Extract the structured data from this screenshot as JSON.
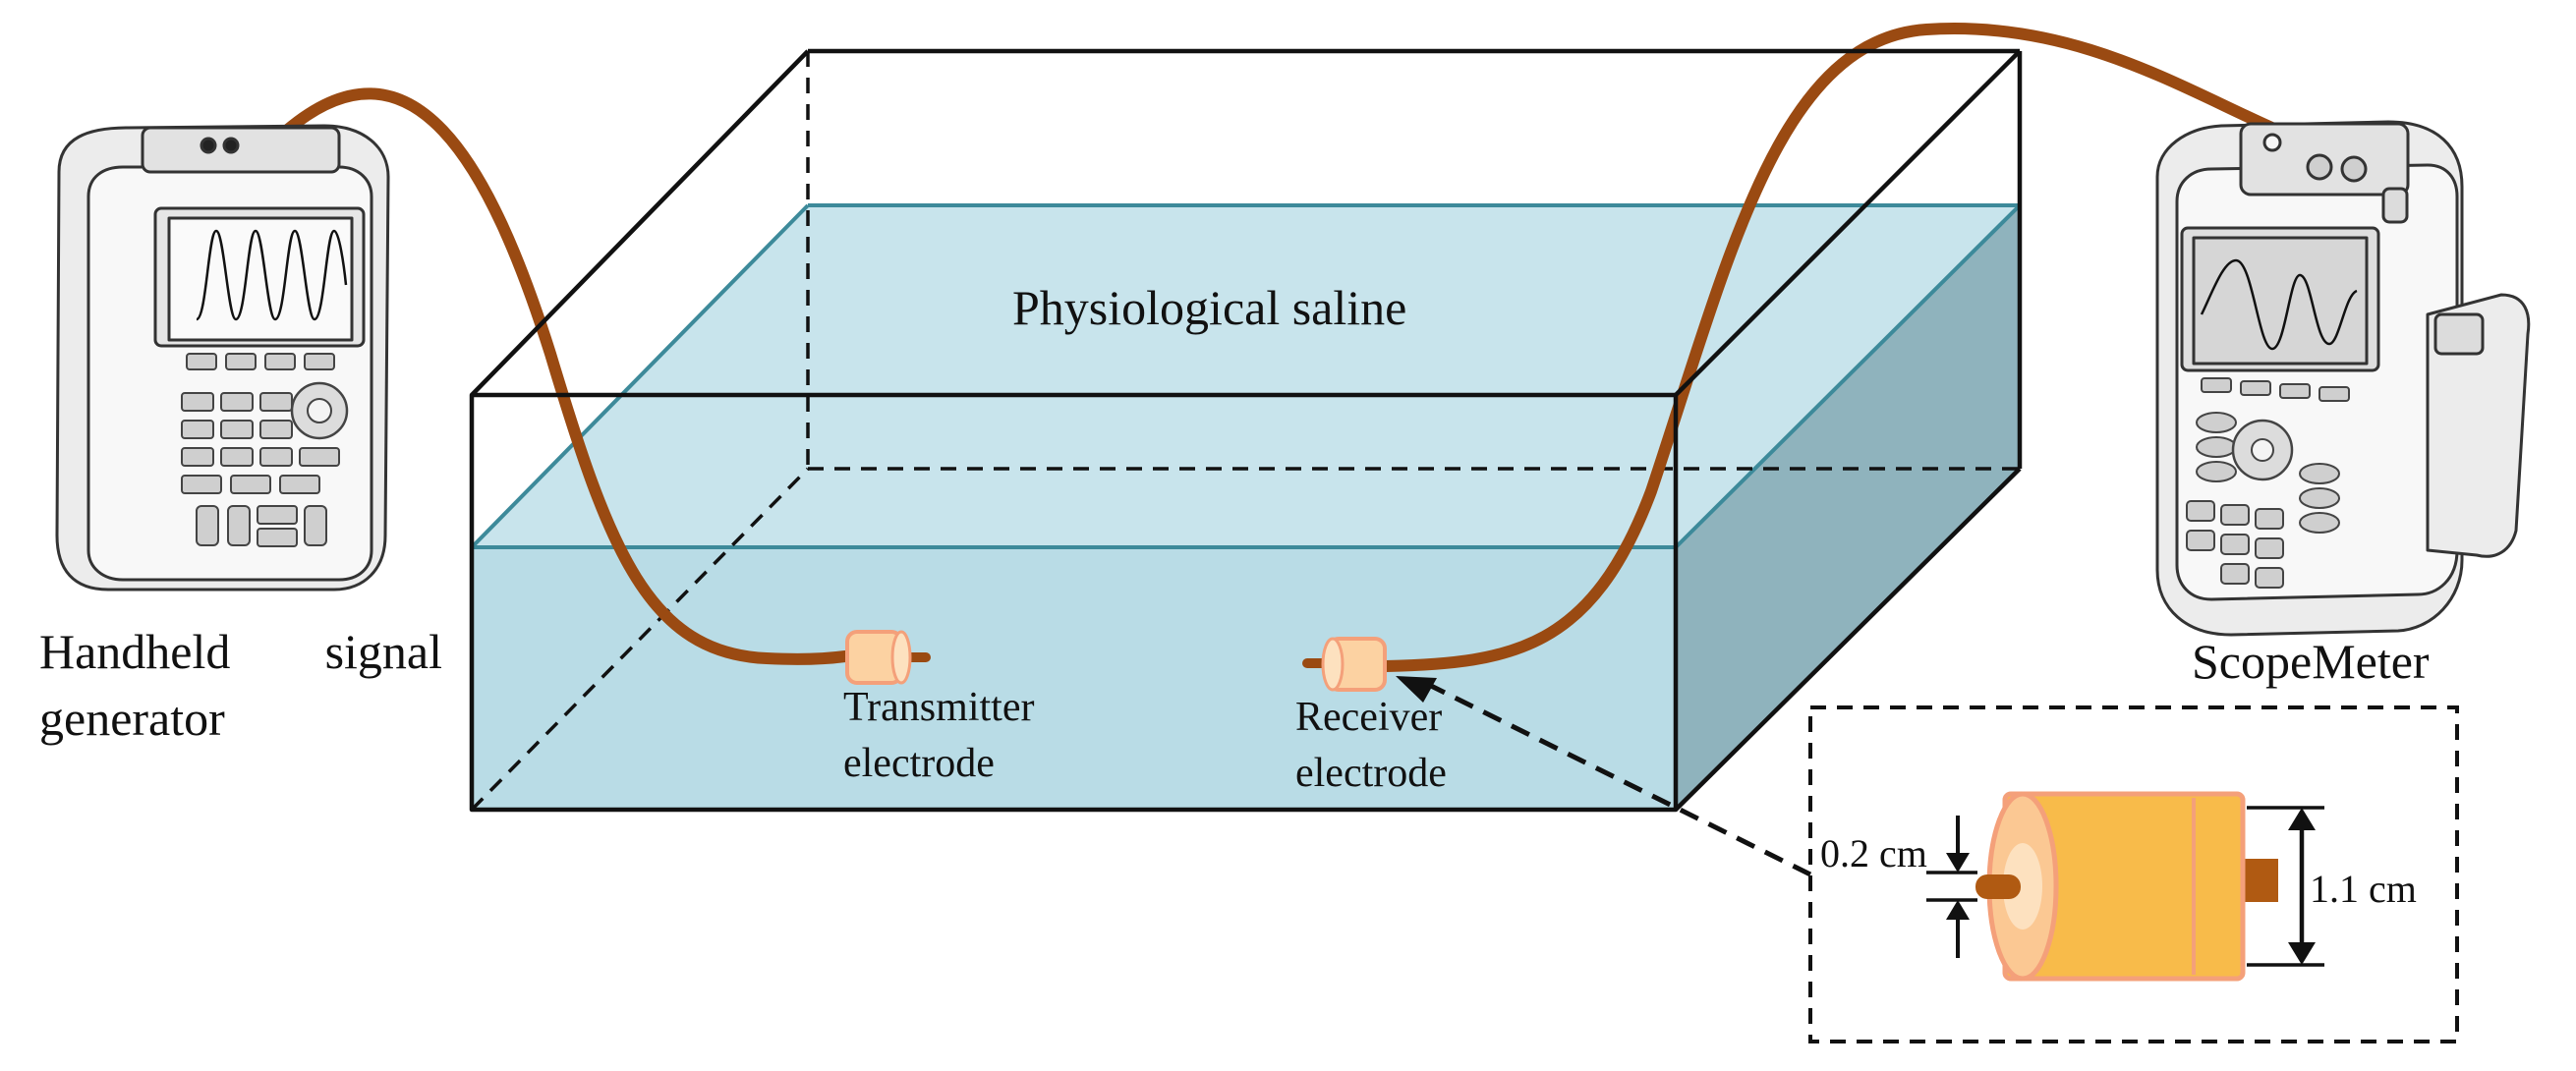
{
  "labels": {
    "saline": "Physiological saline",
    "generator_line1": "Handheld",
    "generator_line1b": "signal",
    "generator_line2": "generator",
    "scopemeter": "ScopeMeter",
    "transmitter_line1": "Transmitter",
    "transmitter_line2": "electrode",
    "receiver_line1": "Receiver",
    "receiver_line2": "electrode",
    "dim_small": "0.2 cm",
    "dim_large": "1.1 cm"
  },
  "colors": {
    "water_front": "#b9dce6",
    "water_top": "#c8e4ec",
    "water_side": "#8fb3bd",
    "water_edge": "#3d8a9a",
    "cable": "#9a4a12",
    "electrode_body": "#f8bb4a",
    "electrode_rim": "#f4a07a",
    "small_electrode": "#fcd2a2"
  },
  "icons": {
    "generator": "handheld-signal-generator-icon",
    "scope": "scopemeter-icon"
  }
}
